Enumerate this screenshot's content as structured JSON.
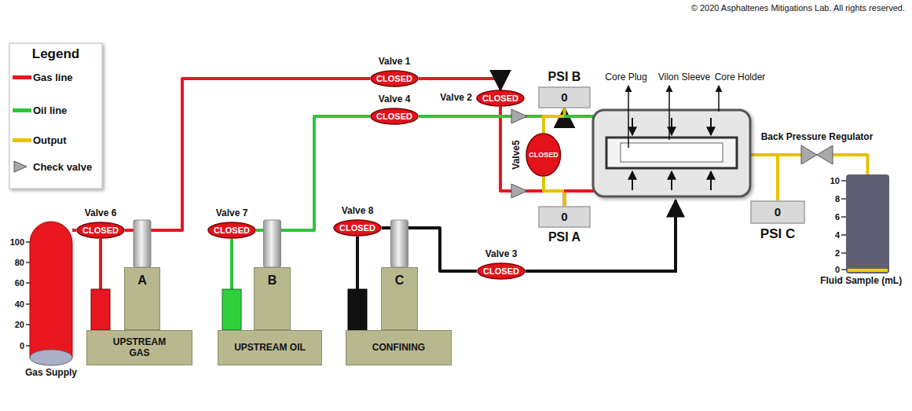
{
  "diagram": {
    "nodes": [
      {
        "text": [
          "Valve 1",
          "CLOSED"
        ]
      },
      {
        "text": [
          "Valve 4",
          "CLOSED"
        ]
      },
      {
        "text": [
          "Valve 2",
          "CLOSED"
        ]
      },
      {
        "text": [
          "PSI B",
          "0"
        ]
      },
      {
        "text": [
          "Valve5",
          "CLOSED"
        ]
      },
      {
        "text": [
          "0",
          "PSI A"
        ]
      },
      {
        "text": [
          "Back Pressure Regulator"
        ]
      },
      {
        "text": [
          "0",
          "PSI C"
        ]
      },
      {
        "text": [
          "Fluid Sample (mL)"
        ]
      },
      {
        "text": [
          "Valve 6",
          "CLOSED"
        ]
      },
      {
        "text": [
          "Valve 7",
          "CLOSED"
        ]
      },
      {
        "text": [
          "Valve 8",
          "CLOSED"
        ]
      },
      {
        "text": [
          "A"
        ]
      },
      {
        "text": [
          "B"
        ]
      },
      {
        "text": [
          "C"
        ]
      },
      {
        "text": [
          "Valve 3",
          "CLOSED"
        ]
      },
      {
        "text": [
          "UPSTREAM GAS"
        ]
      },
      {
        "text": [
          "UPSTREAM OIL"
        ]
      },
      {
        "text": [
          "CONFINING"
        ]
      },
      {
        "text": [
          "Gas Supply"
        ]
      }
    ],
    "edges": [
      {
        "from": 19,
        "to": 9,
        "arrow": "none"
      },
      {
        "from": 9,
        "to": 12,
        "arrow": "none"
      },
      {
        "from": 12,
        "to": 0,
        "arrow": "none"
      },
      {
        "from": 0,
        "to": 2,
        "arrow": "to"
      },
      {
        "from": 2,
        "to": 5,
        "arrow": "none"
      },
      {
        "from": 10,
        "to": 13,
        "arrow": "none"
      },
      {
        "from": 13,
        "to": 1,
        "arrow": "none"
      },
      {
        "from": 1,
        "to": 3,
        "arrow": "to"
      },
      {
        "from": 4,
        "to": 3,
        "arrow": "none"
      },
      {
        "from": 4,
        "to": 5,
        "arrow": "none"
      },
      {
        "from": 11,
        "to": 14,
        "arrow": "none"
      },
      {
        "from": 14,
        "to": 15,
        "arrow": "none"
      },
      {
        "from": 7,
        "to": 6,
        "arrow": "none"
      },
      {
        "from": 6,
        "to": 8,
        "arrow": "none"
      }
    ],
    "labels": [
      "© 2020 Asphaltenes Mitigations Lab. All rights reserved.",
      "Legend",
      "Core Plug",
      "Vilon Sleeve",
      "Core Holder",
      "100",
      "80",
      "60",
      "40",
      "20",
      "0",
      "10",
      "8",
      "6",
      "4",
      "2",
      "0"
    ],
    "legend": [
      {
        "text": "Gas line",
        "color": "#e8171f"
      },
      {
        "text": "Oil line",
        "color": "#2fc43a"
      },
      {
        "text": "Output",
        "color": "#e6c200"
      },
      {
        "text": "Check valve"
      }
    ]
  }
}
